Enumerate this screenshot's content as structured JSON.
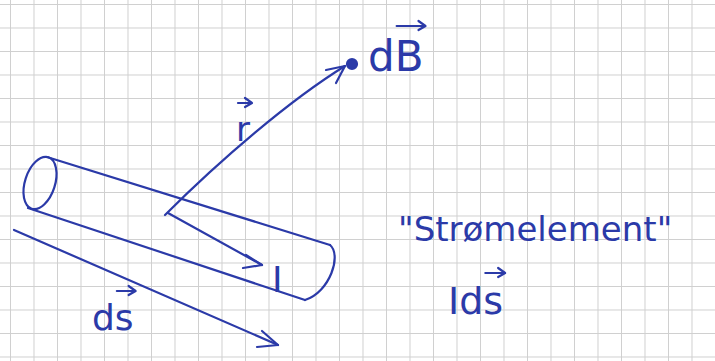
{
  "diagram": {
    "labels": [
      "dB",
      "r",
      "I",
      "ds",
      "\"Strømelement\"",
      "Ids"
    ]
  }
}
